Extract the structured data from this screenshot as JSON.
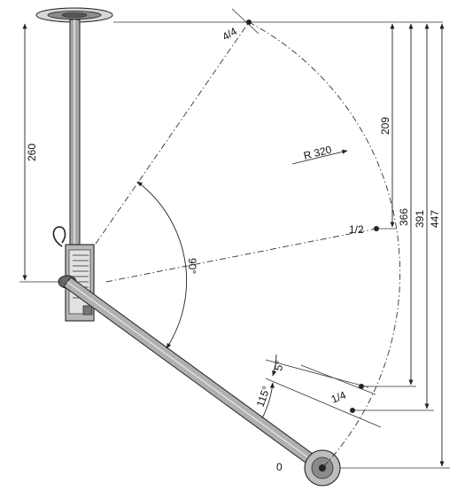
{
  "dimensions": {
    "height_left": "260",
    "radius": "R 320",
    "v_half": "209",
    "v_quarter": "366",
    "v_quarter_low": "391",
    "v_zero": "447"
  },
  "positions": {
    "full": "4/4",
    "half": "1/2",
    "quarter": "1/4",
    "zero": "0"
  },
  "angles": {
    "sweep": "90°",
    "offset": "5°",
    "lower": "115°"
  },
  "colors": {
    "line": "#222222",
    "metal": "#9a9a9a",
    "metal_dark": "#555555",
    "ground": "#c8c8c8"
  }
}
